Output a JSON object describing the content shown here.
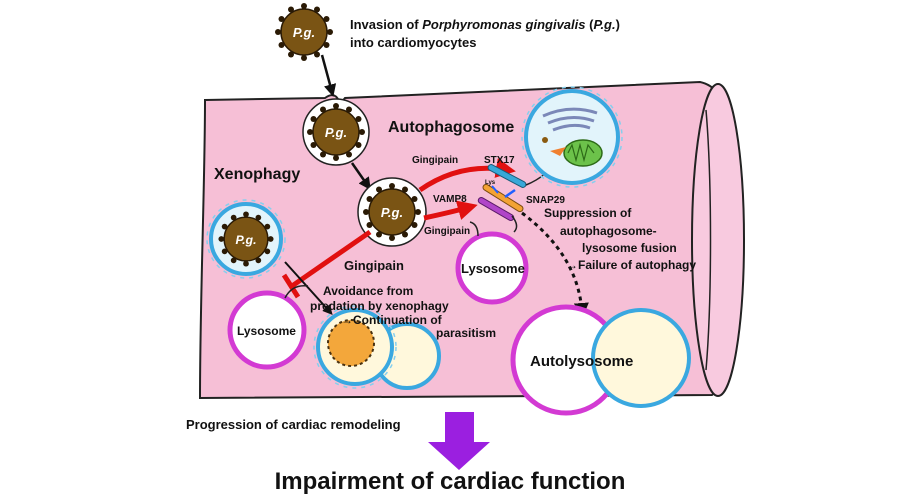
{
  "labels": {
    "invasion_line1_prefix": "Invasion of ",
    "invasion_line1_species": "Porphyromonas gingivalis",
    "invasion_line1_abbr_open": " (",
    "invasion_line1_abbr": "P.g.",
    "invasion_line1_abbr_close": ")",
    "invasion_line2": "into cardiomyocytes",
    "pg": "P.g.",
    "autophagosome": "Autophagosome",
    "xenophagy": "Xenophagy",
    "gingipain": "Gingipain",
    "gingipain_large": "Gingipain",
    "stx17": "STX17",
    "vamp8": "VAMP8",
    "snap29": "SNAP29",
    "lys": "Lys",
    "suppression_1": "Suppression of",
    "suppression_2": "autophagosome-",
    "suppression_3": "lysosome fusion",
    "suppression_4": "→Failure of autophagy",
    "lysosome": "Lysosome",
    "avoidance_1": "Avoidance from",
    "avoidance_2": "predation by xenophagy",
    "avoidance_3": "→Continuation of",
    "avoidance_4": "parasitism",
    "autolysosome": "Autolysosome",
    "progression": "Progression of cardiac remodeling",
    "impairment": "Impairment of cardiac function"
  },
  "colors": {
    "cell_fill": "#f6bfd6",
    "cell_stroke": "#222222",
    "bacterium": "#7a5414",
    "red_arrow": "#e11010",
    "lysosome_ring": "#d33ad3",
    "membrane_blue": "#3aa8e0",
    "purple_arrow": "#9b1fe0"
  }
}
